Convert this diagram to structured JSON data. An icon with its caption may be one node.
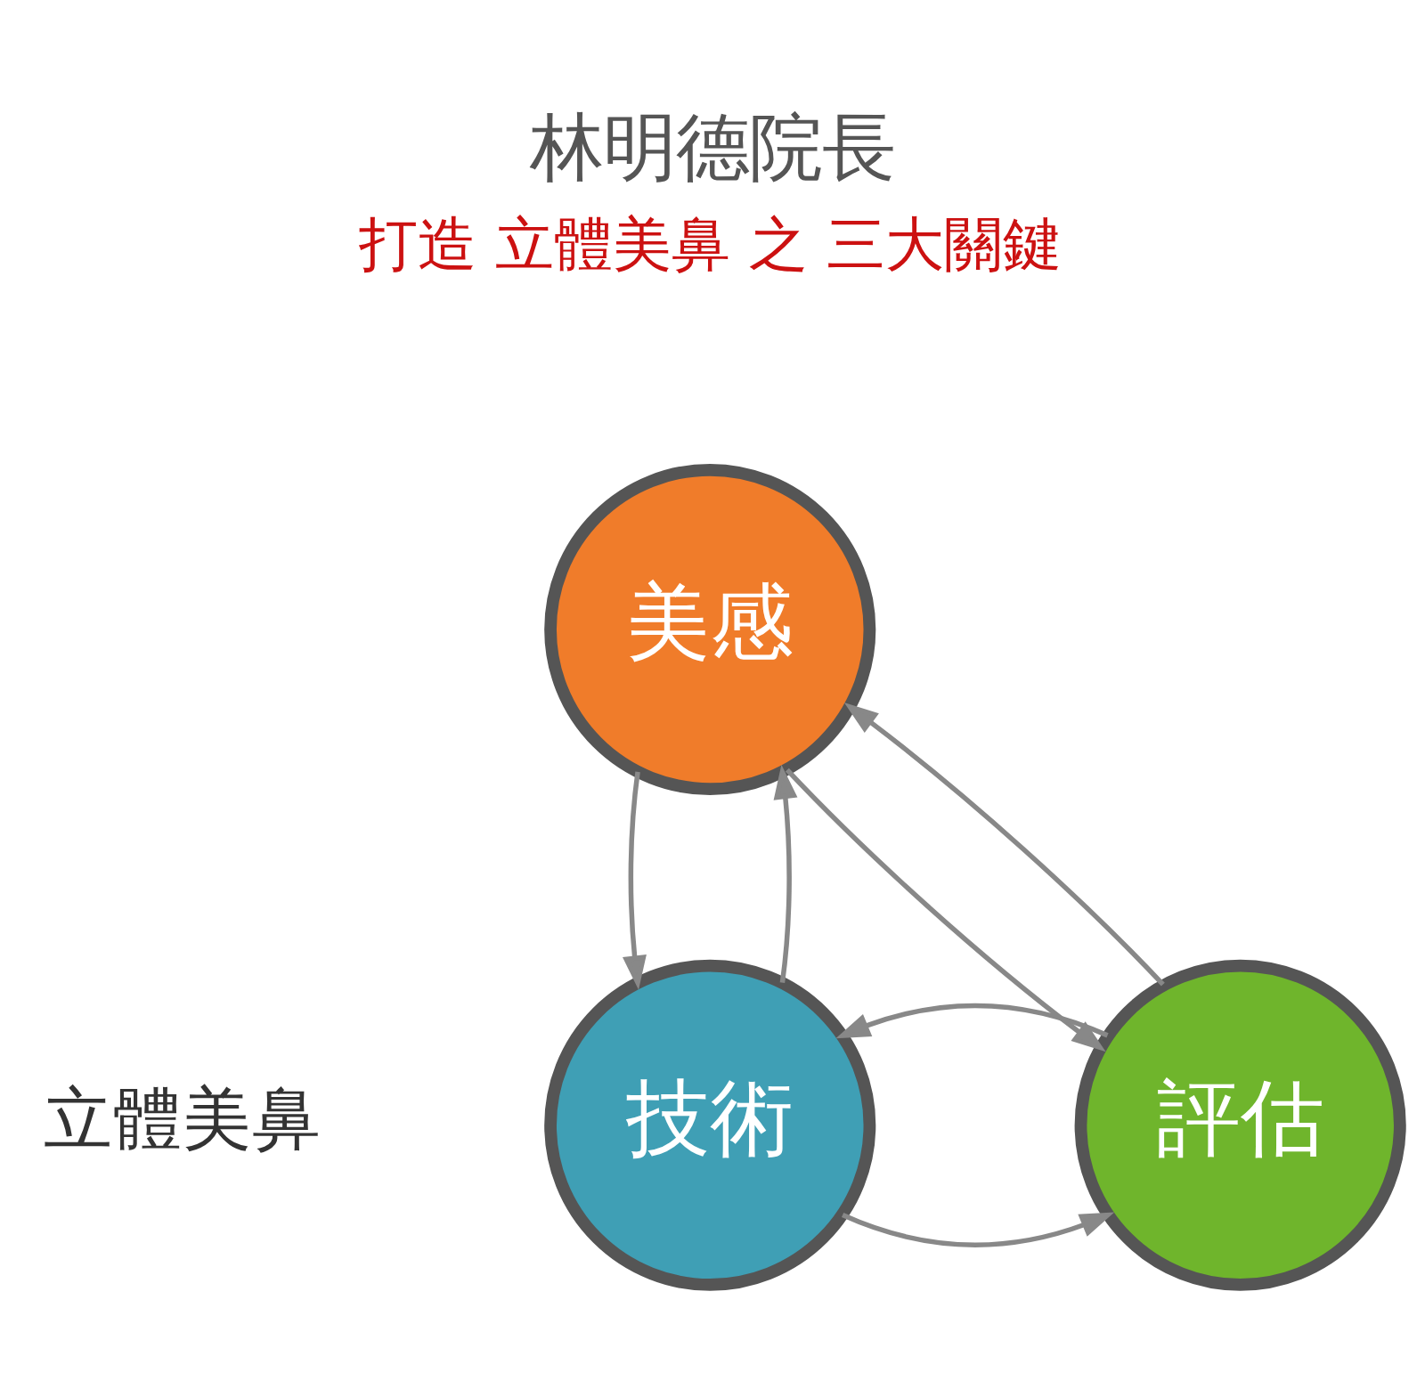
{
  "diagram": {
    "title": "林明德院長",
    "nodes": [
      {
        "text": [
          "美感"
        ]
      },
      {
        "text": [
          "技術"
        ]
      },
      {
        "text": [
          "評估"
        ]
      }
    ],
    "edges": [
      {
        "from": 0,
        "to": 1,
        "arrow": "to"
      },
      {
        "from": 1,
        "to": 0,
        "arrow": "to"
      },
      {
        "from": 1,
        "to": 2,
        "arrow": "to"
      },
      {
        "from": 2,
        "to": 1,
        "arrow": "to"
      },
      {
        "from": 2,
        "to": 0,
        "arrow": "to"
      },
      {
        "from": 0,
        "to": 2,
        "arrow": "to"
      }
    ],
    "labels": [
      "打造 立體美鼻 之 三大關鍵",
      "立體美鼻"
    ]
  }
}
